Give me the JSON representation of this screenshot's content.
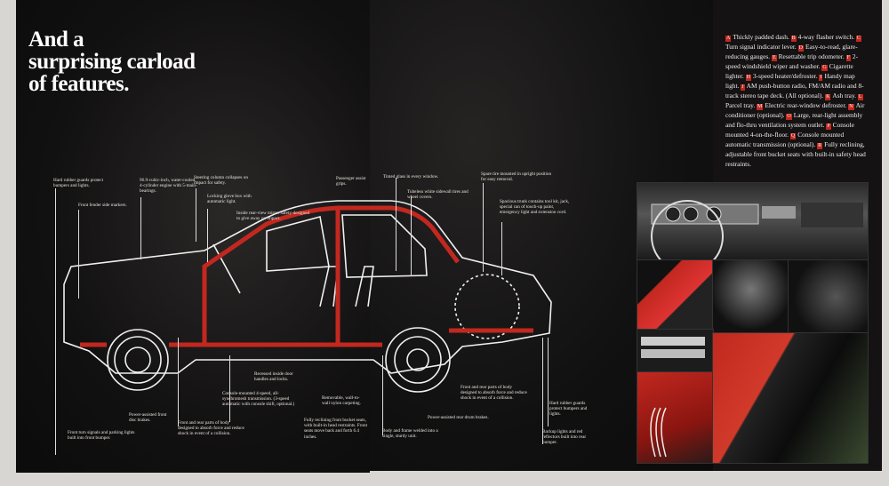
{
  "title_lines": [
    "And a",
    "surprising carload",
    "of features."
  ],
  "features": [
    {
      "key": "A",
      "text": "Thickly padded dash."
    },
    {
      "key": "B",
      "text": "4-way flasher switch."
    },
    {
      "key": "C",
      "text": "Turn signal indicator lever."
    },
    {
      "key": "D",
      "text": "Easy-to-read, glare-reducing gauges."
    },
    {
      "key": "E",
      "text": "Resettable trip odometer."
    },
    {
      "key": "F",
      "text": "2-speed windshield wiper and washer."
    },
    {
      "key": "G",
      "text": "Cigarette lighter."
    },
    {
      "key": "H",
      "text": "3-speed heater/defroster."
    },
    {
      "key": "I",
      "text": "Handy map light."
    },
    {
      "key": "J",
      "text": "AM push-button radio, FM/AM radio and 8-track stereo tape deck. (All optional)."
    },
    {
      "key": "K",
      "text": "Ash tray."
    },
    {
      "key": "L",
      "text": "Parcel tray."
    },
    {
      "key": "M",
      "text": "Electric rear-window defroster."
    },
    {
      "key": "N",
      "text": "Air conditioner (optional)."
    },
    {
      "key": "O",
      "text": "Large, rear-light assembly and flo-thru ventilation system outlet."
    },
    {
      "key": "P",
      "text": "Console mounted 4-on-the-floor."
    },
    {
      "key": "Q",
      "text": "Console mounted automatic transmission (optional)."
    },
    {
      "key": "R",
      "text": "Fully reclining, adjustable front bucket seats with built-in safety head restraints."
    }
  ],
  "callouts": [
    "Hard rubber guards protect bumpers and lights.",
    "Front fender side markers.",
    "96.9-cubic-inch, water-cooled, 4-cylinder engine with 5-main-bearings.",
    "Steering column collapses on impact for safety.",
    "Locking glove box with automatic light.",
    "Inside rear-view mirror safety-designed to give away on impact.",
    "Passenger assist grips.",
    "Tinted glass in every window.",
    "Tubeless white sidewall tires and wheel covers.",
    "Spare tire mounted in upright position for easy removal.",
    "Spacious trunk contains tool kit, jack, special can of touch-up paint, emergency light and extension cord.",
    "Front turn signals and parking lights built into front bumper.",
    "Power-assisted front disc brakes.",
    "Front and rear parts of body designed to absorb force and reduce shock in event of a collision.",
    "Console-mounted 4-speed, all-synchromesh transmission. (3-speed automatic with console shift, optional.)",
    "Recessed inside door handles and locks.",
    "Removable, wall-to-wall nylon carpeting.",
    "Fully reclining front bucket seats, with built-in head restraints. Front seats move back and forth 6.4 inches.",
    "Body and frame welded into a single, sturdy unit.",
    "Power-assisted rear drum brakes.",
    "Front and rear parts of body designed to absorb force and reduce shock in event of a collision.",
    "Hard rubber guards protect bumpers and lights.",
    "Backup lights and red reflectors built into rear bumper."
  ],
  "colors": {
    "accent_red": "#c2281f",
    "page": "#0f0e0e"
  }
}
